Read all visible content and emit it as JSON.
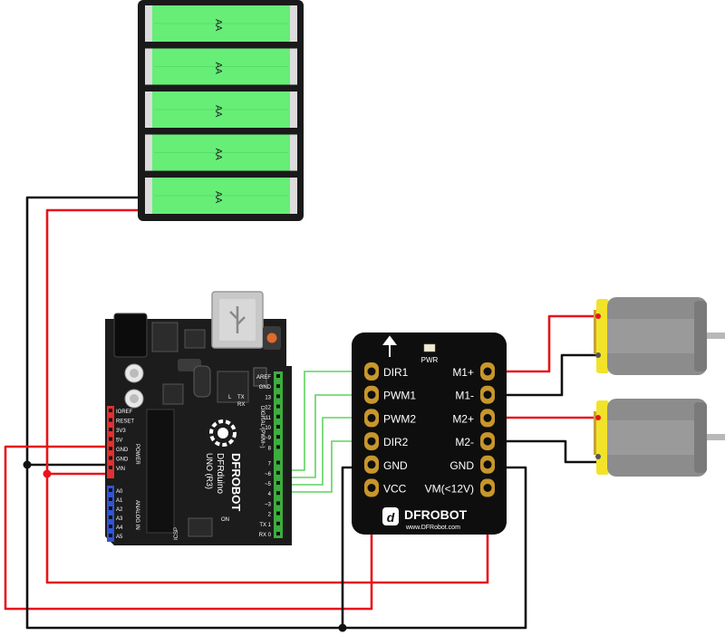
{
  "colors": {
    "battery_cell": "#66ee77",
    "battery_holder": "#1a1a1a",
    "wire_red": "#e8141a",
    "wire_black": "#111111",
    "wire_green": "#5fd35f",
    "board": "#1c1c1c",
    "pin_gold": "#c8962a",
    "header_red": "#e23030",
    "header_blue": "#2f55d8",
    "header_green": "#3cae3c",
    "motor_gray": "#8c8c8c",
    "motor_yellow": "#f2e32a"
  },
  "battery": {
    "cell_label": "AA",
    "cell_count": 5
  },
  "arduino": {
    "brand": "DFROBOT",
    "model": "DFRduino",
    "model_sub": "UNO (R3)",
    "power_pins": [
      "IOREF",
      "RESET",
      "3V3",
      "5V",
      "GND",
      "GND",
      "VIN"
    ],
    "power_label": "POWER",
    "analog_pins": [
      "A0",
      "A1",
      "A2",
      "A3",
      "A4",
      "A5"
    ],
    "analog_label": "ANALOG IN",
    "digital_top": [
      "AREF",
      "GND",
      "13",
      "12",
      "~11",
      "~10",
      "~9",
      "8"
    ],
    "digital_bottom": [
      "7",
      "~6",
      "~5",
      "4",
      "~3",
      "2",
      "TX 1",
      "RX 0"
    ],
    "digital_label": "DIGITAL (PWM~)",
    "on_label": "ON",
    "icsp_label": "ICSP",
    "l_label": "L",
    "tx_label": "TX",
    "rx_label": "RX"
  },
  "driver": {
    "pwr_label": "PWR",
    "left_pins": [
      "DIR1",
      "PWM1",
      "PWM2",
      "DIR2",
      "GND",
      "VCC"
    ],
    "right_pins": [
      "M1+",
      "M1-",
      "M2+",
      "M2-",
      "GND",
      "VM(<12V)"
    ],
    "brand": "DFROBOT",
    "url": "www.DFRobot.com"
  }
}
